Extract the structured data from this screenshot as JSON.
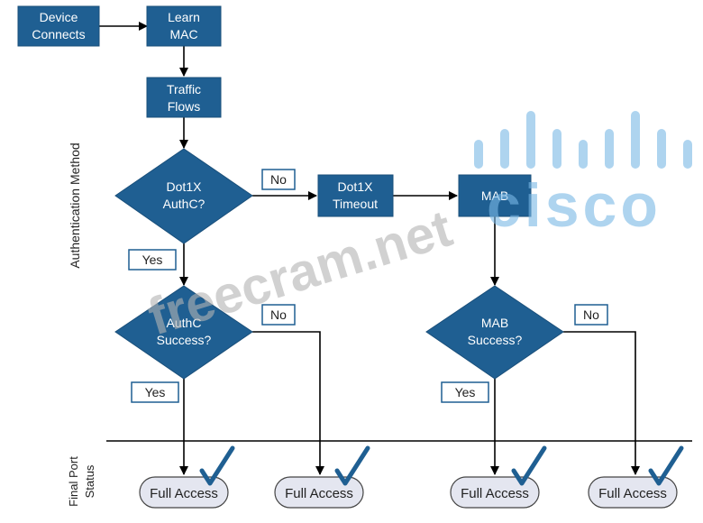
{
  "diagram": {
    "section_labels": {
      "authentication_method": "Authentication Method",
      "final_port_status_line1": "Final Port",
      "final_port_status_line2": "Status"
    },
    "nodes": {
      "device_connects": [
        "Device",
        "Connects"
      ],
      "learn_mac": [
        "Learn",
        "MAC"
      ],
      "traffic_flows": [
        "Traffic",
        "Flows"
      ],
      "dot1x_authc": [
        "Dot1X",
        "AuthC?"
      ],
      "dot1x_timeout": [
        "Dot1X",
        "Timeout"
      ],
      "mab": [
        "MAB"
      ],
      "authc_success": [
        "AuthC",
        "Success?"
      ],
      "mab_success": [
        "MAB",
        "Success?"
      ]
    },
    "edge_labels": {
      "dot1x_no": "No",
      "dot1x_yes": "Yes",
      "authc_success_no": "No",
      "authc_success_yes": "Yes",
      "mab_success_no": "No",
      "mab_success_yes": "Yes"
    },
    "outcomes": [
      "Full Access",
      "Full Access",
      "Full Access",
      "Full Access"
    ]
  },
  "watermarks": {
    "freecram": "freecram.net",
    "cisco": "cisco"
  },
  "colors": {
    "node_fill": "#1f5f92",
    "node_text": "#ffffff",
    "label_border": "#1f5f92",
    "outcome_fill": "#e4e6f0",
    "check": "#1f5f92",
    "cisco_watermark": "#7ab8e6",
    "freecram_watermark": "#b4b4b4"
  }
}
